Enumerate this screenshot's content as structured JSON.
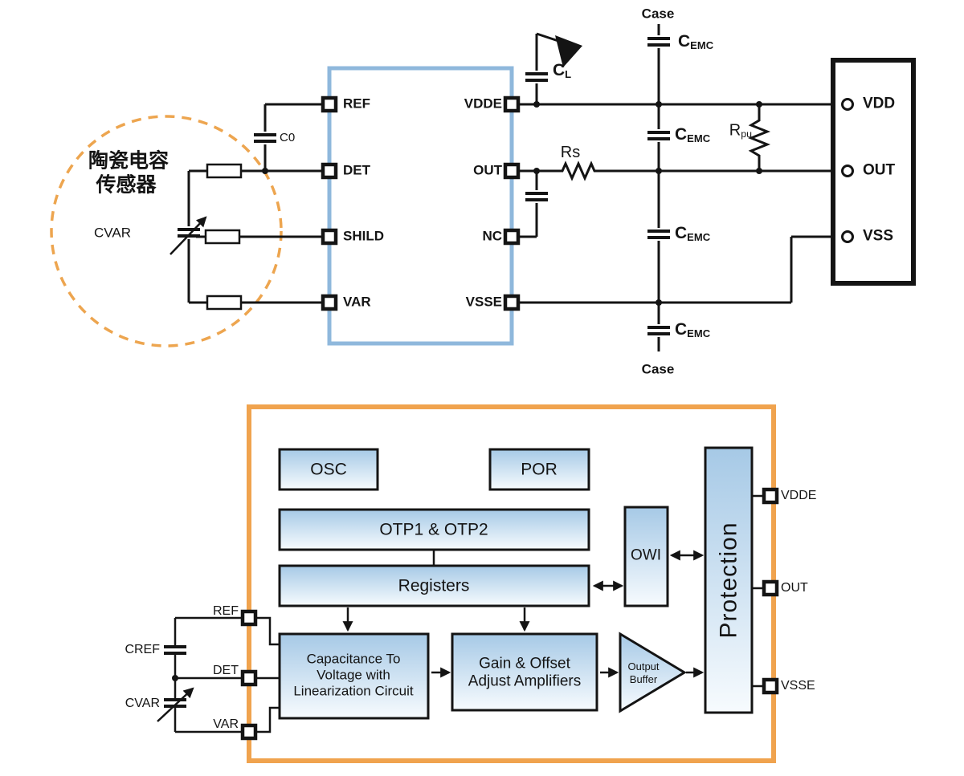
{
  "schematic": {
    "sensor": {
      "title_line1": "陶瓷电容",
      "title_line2": "传感器",
      "cvar": "CVAR"
    },
    "ic": {
      "pins_left": [
        "REF",
        "DET",
        "SHILD",
        "VAR"
      ],
      "pins_right": [
        "VDDE",
        "OUT",
        "NC",
        "VSSE"
      ]
    },
    "labels": {
      "c0": "C0",
      "cl_main": "C",
      "cl_sub": "L",
      "cemc_main": "C",
      "cemc_sub": "EMC",
      "rs": "Rs",
      "rpu_main": "R",
      "rpu_sub": "pu",
      "case_top": "Case",
      "case_bottom": "Case"
    },
    "connector": {
      "terminals": [
        "VDD",
        "OUT",
        "VSS"
      ]
    }
  },
  "block_diagram": {
    "blocks": {
      "osc": "OSC",
      "por": "POR",
      "otp": "OTP1 & OTP2",
      "registers": "Registers",
      "owi": "OWI",
      "protection": "Protection",
      "ctv": [
        "Capacitance To",
        "Voltage with",
        "Linearization Circuit"
      ],
      "gain": [
        "Gain & Offset",
        "Adjust Amplifiers"
      ],
      "buffer": [
        "Output",
        "Buffer"
      ]
    },
    "pins_left": [
      "REF",
      "DET",
      "VAR"
    ],
    "pins_right": [
      "VDDE",
      "OUT",
      "VSSE"
    ],
    "caps": {
      "cref": "CREF",
      "cvar": "CVAR"
    }
  },
  "colors": {
    "ic_border": "#8fb8dc",
    "accent_orange": "#f0a34e",
    "block_fill_top": "#a6c9e6",
    "block_fill_bottom": "#f7fbfe",
    "wire": "#141414"
  }
}
